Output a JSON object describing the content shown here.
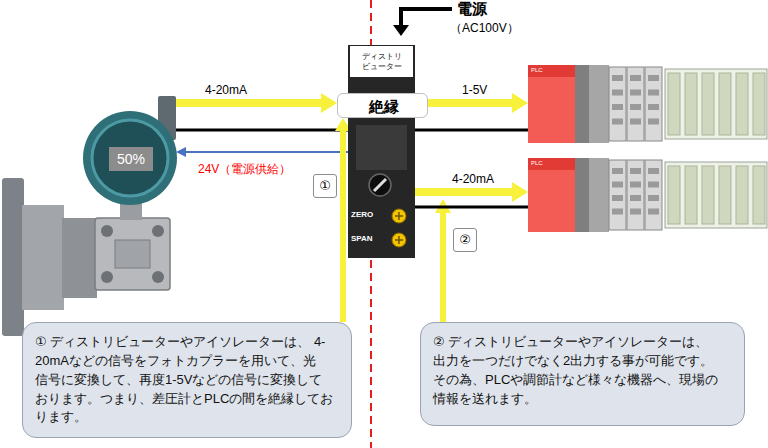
{
  "diagram": {
    "nodes": [
      {
        "text": [
          "50%"
        ]
      },
      {
        "text": [
          "ディストリ ビューター",
          "ZERO",
          "SPAN"
        ]
      },
      {
        "text": [
          "絶縁"
        ],
        "in": 1
      },
      {
        "text": [
          "PLC"
        ]
      },
      {
        "text": [
          "PLC"
        ]
      },
      {
        "text": [
          "①"
        ]
      },
      {
        "text": [
          "②"
        ]
      },
      {
        "text": [
          "① ディストリビューターやアイソレーターは、 4-20mAなどの信号をフォトカプラーを用いて、光 信号に変換して、再度1-5Vなどの信号に変換して おります。つまり、差圧計とPLCの間を絶縁してお ります。"
        ]
      },
      {
        "text": [
          "② ディストリビューターやアイソレーターは、 出力を一つだけでなく2出力する事が可能です。 その為、PLCや調節計など様々な機器へ、現場の 情報を送れます。"
        ]
      }
    ],
    "edges": [
      {
        "from": 0,
        "to": 1,
        "arrow": "none"
      },
      {
        "from": 1,
        "to": 3,
        "arrow": "none"
      },
      {
        "from": 1,
        "to": 4,
        "arrow": "none"
      },
      {
        "from": 0,
        "to": 2,
        "arrow": "to",
        "label": "4-20mA"
      },
      {
        "from": 1,
        "to": 0,
        "arrow": "to",
        "label": "24V（電源供給）"
      },
      {
        "from": 2,
        "to": 3,
        "arrow": "to",
        "label": "1-5V"
      },
      {
        "from": 1,
        "to": 4,
        "arrow": "to",
        "label": "4-20mA"
      },
      {
        "from": 7,
        "to": 2,
        "arrow": "to"
      }
    ],
    "labels": [
      "電源",
      "（AC100V）"
    ]
  }
}
